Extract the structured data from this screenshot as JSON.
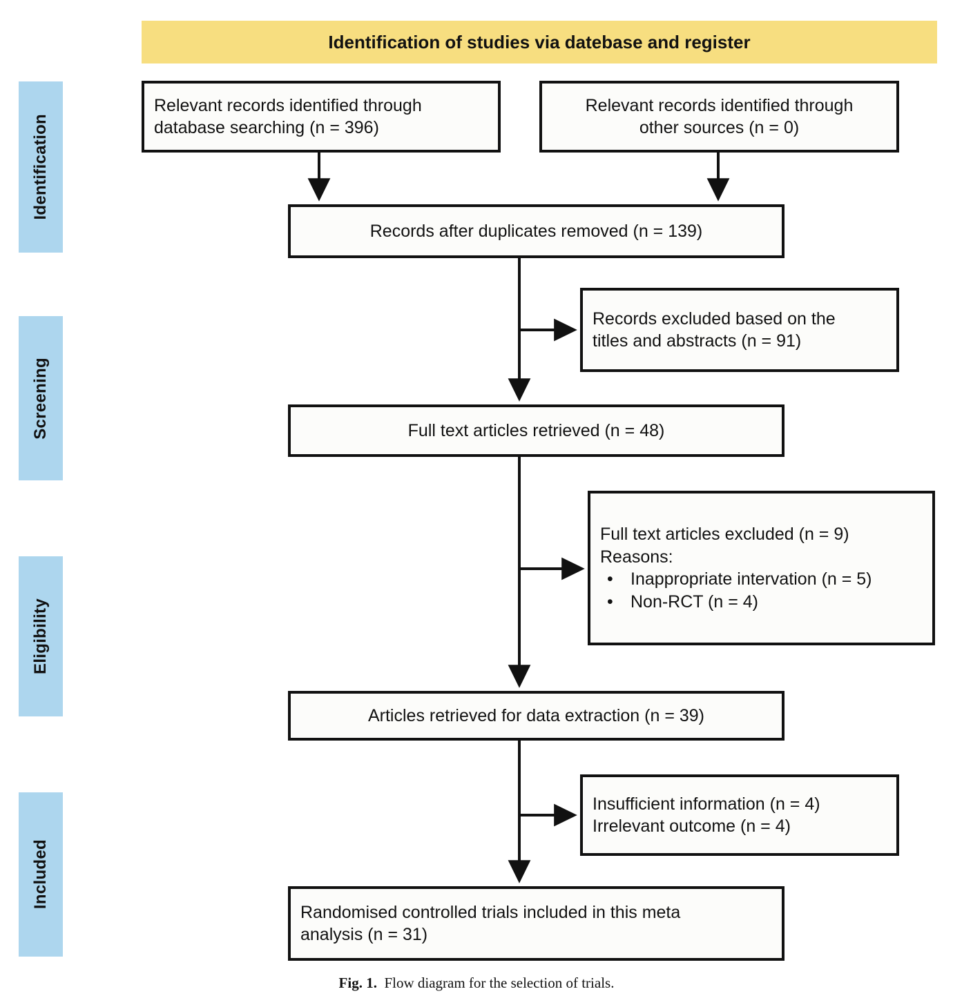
{
  "figure": {
    "banner_title": "Identification of studies via datebase and register",
    "caption_label": "Fig. 1.",
    "caption_text": "Flow diagram for the selection of trials.",
    "colors": {
      "banner_fill": "#F7DE80",
      "stage_label_fill": "#ADD6EE",
      "box_stroke": "#111111",
      "box_fill": "#FCFCFA",
      "page_background": "#FFFFFF",
      "text": "#111111"
    }
  },
  "stages": [
    {
      "id": "identification",
      "label": "Identification"
    },
    {
      "id": "screening",
      "label": "Screening"
    },
    {
      "id": "eligibility",
      "label": "Eligibility"
    },
    {
      "id": "included",
      "label": "Included"
    }
  ],
  "boxes": {
    "db_search": {
      "line1": "Relevant records identified through",
      "line2": "database searching (n = 396)",
      "count": 396
    },
    "other_sources": {
      "line1": "Relevant records identified through",
      "line2": "other sources (n = 0)",
      "count": 0
    },
    "dedup": {
      "line1": "Records after duplicates removed (n = 139)",
      "count": 139
    },
    "excluded_title_abstract": {
      "line1": "Records excluded based on the",
      "line2": "titles and abstracts (n = 91)",
      "count": 91
    },
    "fulltext_retrieved": {
      "line1": "Full text articles retrieved (n = 48)",
      "count": 48
    },
    "excluded_fulltext": {
      "line1": "Full text articles excluded (n = 9)",
      "line2": "Reasons:",
      "bullet1": "Inappropriate intervation (n = 5)",
      "bullet2": "Non-RCT (n = 4)",
      "bullet_glyph": "•",
      "count": 9,
      "reason1_count": 5,
      "reason2_count": 4
    },
    "data_extraction": {
      "line1": "Articles retrieved for data extraction (n = 39)",
      "count": 39
    },
    "insufficient": {
      "line1": "Insufficient information (n = 4)",
      "line2": "Irrelevant outcome (n = 4)",
      "count1": 4,
      "count2": 4
    },
    "included_final": {
      "line1": "Randomised controlled trials included in this meta",
      "line2": "analysis (n = 31)",
      "count": 31
    }
  },
  "connectors": [
    {
      "name": "db-search-to-dedup",
      "from": "db_search",
      "to": "dedup",
      "kind": "down-arrow"
    },
    {
      "name": "other-sources-to-dedup",
      "from": "other_sources",
      "to": "dedup",
      "kind": "down-arrow"
    },
    {
      "name": "dedup-to-excluded-titles",
      "from": "dedup",
      "to": "excluded_title_abstract",
      "kind": "right-arrow"
    },
    {
      "name": "dedup-to-fulltext",
      "from": "dedup",
      "to": "fulltext_retrieved",
      "kind": "down-arrow"
    },
    {
      "name": "fulltext-to-excluded-fulltext",
      "from": "fulltext_retrieved",
      "to": "excluded_fulltext",
      "kind": "right-arrow"
    },
    {
      "name": "fulltext-to-extraction",
      "from": "fulltext_retrieved",
      "to": "data_extraction",
      "kind": "down-arrow"
    },
    {
      "name": "extraction-to-insufficient",
      "from": "data_extraction",
      "to": "insufficient",
      "kind": "right-arrow"
    },
    {
      "name": "extraction-to-included",
      "from": "data_extraction",
      "to": "included_final",
      "kind": "down-arrow"
    }
  ]
}
